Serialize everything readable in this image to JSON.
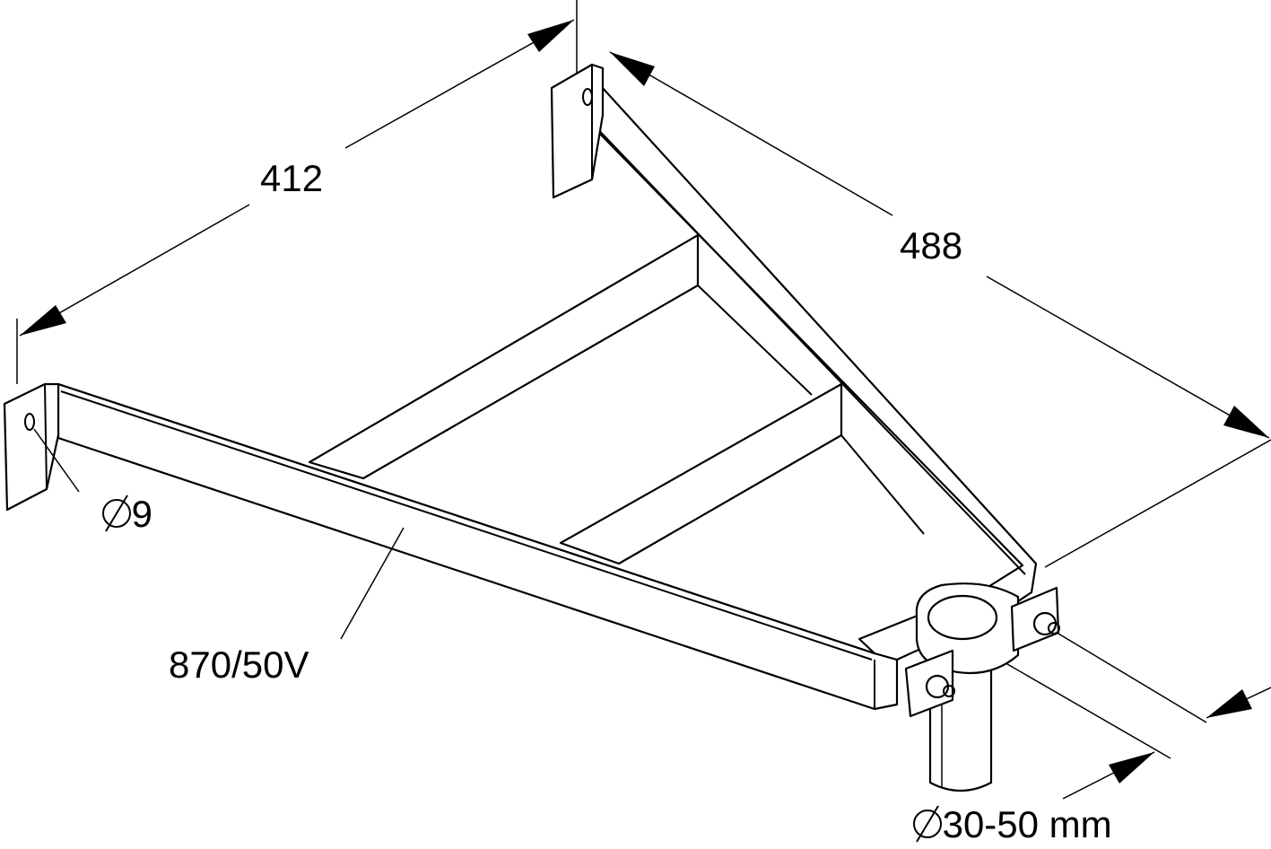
{
  "drawing": {
    "dimension_width": "412",
    "dimension_length": "488",
    "hole_diameter": "∅9",
    "part_number": "870/50V",
    "pipe_diameter": "∅30-50 mm"
  },
  "colors": {
    "line": "#000000",
    "background": "#ffffff"
  }
}
